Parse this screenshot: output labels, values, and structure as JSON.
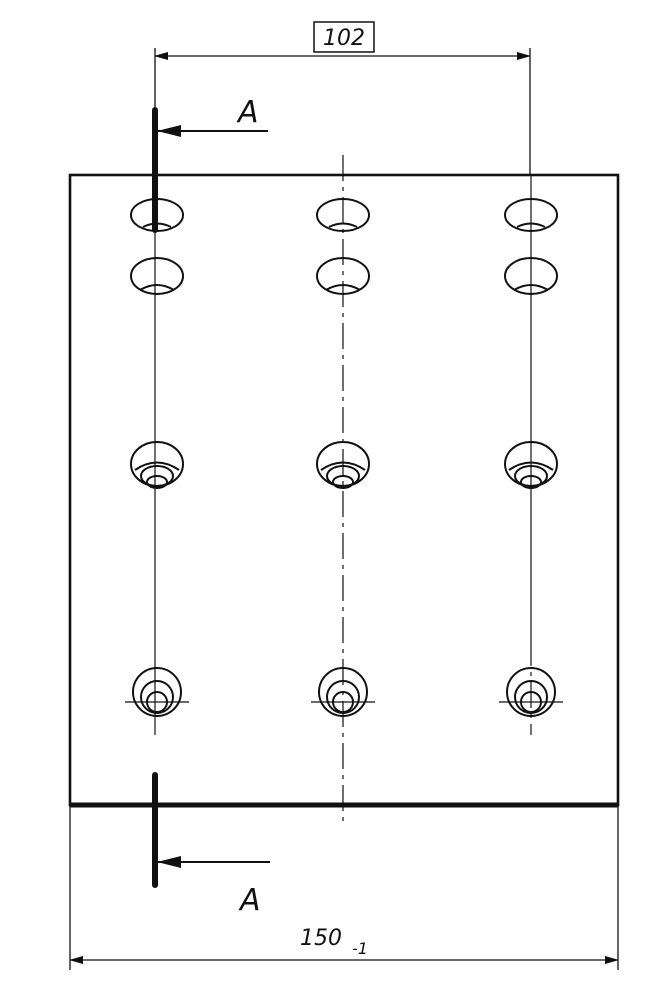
{
  "drawing": {
    "top_dimension": {
      "value": "102"
    },
    "bottom_dimension": {
      "value": "150",
      "tolerance": "-1"
    },
    "section_label_top": "A",
    "section_label_bottom": "A"
  }
}
